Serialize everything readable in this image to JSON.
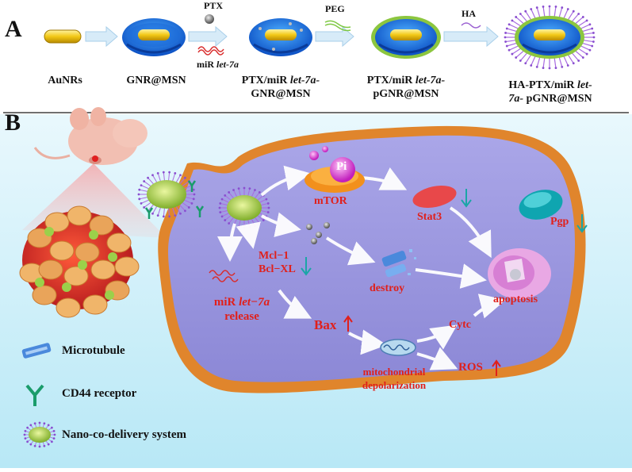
{
  "panelA": {
    "letter": "A",
    "reagents": {
      "ptx": "PTX",
      "mir_prefix": "miR ",
      "mir_italic": "let-7a",
      "peg": "PEG",
      "ha": "HA"
    },
    "labels": {
      "aunrs": "AuNRs",
      "gnr_msn": "GNR@MSN",
      "ptx_1a": "PTX/miR ",
      "ptx_1b": "let-7a-",
      "ptx_2": "GNR@MSN",
      "peg_1a": "PTX/miR ",
      "peg_1b": "let-7a-",
      "peg_2": "pGNR@MSN",
      "ha_1a": "HA-PTX/miR ",
      "ha_1b": "let-",
      "ha_2a": "7a-",
      "ha_2b": " pGNR@MSN"
    }
  },
  "panelB": {
    "letter": "B",
    "labels": {
      "pi": "Pi",
      "mtor": "mTOR",
      "stat3": "Stat3",
      "pgp": "Pgp",
      "mcl1": "Mcl−1",
      "bclxl": "Bcl−XL",
      "destroy": "destroy",
      "apoptosis": "apoptosis",
      "mir_release_1a": "miR ",
      "mir_release_1b": "let−7a",
      "mir_release_2": "release",
      "bax": "Bax",
      "cytc": "Cytc",
      "mito_1": "mitochondrial",
      "mito_2": "depolarization",
      "ros": "ROS"
    },
    "legend": {
      "microtubule": "Microtubule",
      "cd44": "CD44 receptor",
      "nano": "Nano-co-delivery system"
    }
  },
  "colors": {
    "red_text": "#e0201b",
    "down_arrow": "#1aa6a6",
    "up_arrow": "#e0201b",
    "cell_fill": "#9b97df",
    "cell_rim": "#e0852c",
    "background_blue": "#cfeffa"
  }
}
